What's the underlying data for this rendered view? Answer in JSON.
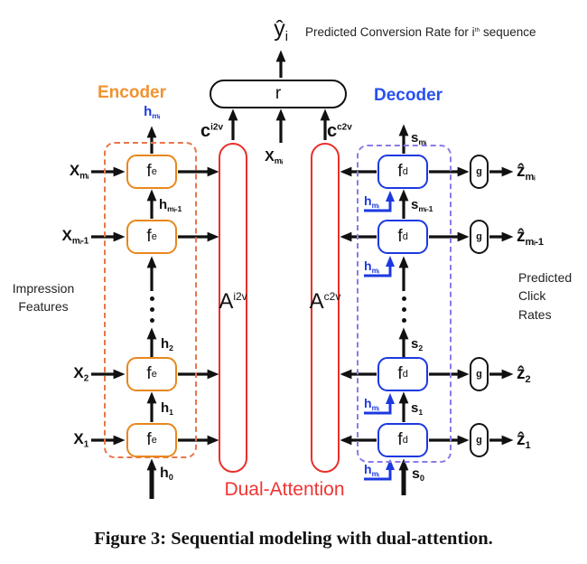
{
  "header": {
    "y_hat_base": "ŷ",
    "y_hat_sub": "i",
    "desc_pre": "Predicted Conversion Rate for i",
    "desc_sup": "th",
    "desc_post": " sequence"
  },
  "sections": {
    "encoder": "Encoder",
    "decoder": "Decoder",
    "dual_attention": "Dual-Attention",
    "impression_features_l1": "Impression",
    "impression_features_l2": "Features",
    "click_l1": "Predicted",
    "click_l2": "Click",
    "click_l3": "Rates"
  },
  "readout": {
    "label": "r"
  },
  "attention": {
    "left_base": "A",
    "left_sup": "i2v",
    "right_base": "A",
    "right_sup": "c2v"
  },
  "context": {
    "left_base": "c",
    "left_sup": "i2v",
    "right_base": "c",
    "right_sup": "c2v"
  },
  "mid_input": {
    "base": "X",
    "sub": "mᵢ"
  },
  "encoder": {
    "rows": [
      {
        "input_base": "X",
        "input_sub": "mᵢ",
        "unit_base": "f",
        "unit_sub": "e"
      },
      {
        "input_base": "X",
        "input_sub": "mᵢ-1",
        "unit_base": "f",
        "unit_sub": "e"
      },
      {
        "input_base": "X",
        "input_sub": "2",
        "unit_base": "f",
        "unit_sub": "e"
      },
      {
        "input_base": "X",
        "input_sub": "1",
        "unit_base": "f",
        "unit_sub": "e"
      }
    ],
    "h_top_base": "h",
    "h_top_sub": "mᵢ",
    "h_links": [
      {
        "base": "h",
        "sub": "mᵢ-1"
      },
      {
        "base": "h",
        "sub": "2"
      },
      {
        "base": "h",
        "sub": "1"
      }
    ],
    "h0_base": "h",
    "h0_sub": "0"
  },
  "decoder": {
    "rows": [
      {
        "s_base": "s",
        "s_sub": "mᵢ",
        "unit_base": "f",
        "unit_sub": "d",
        "g": "g",
        "z_base": "ẑ",
        "z_sub": "mᵢ",
        "h_base": "h",
        "h_sub": "mᵢ"
      },
      {
        "s_base": "s",
        "s_sub": "mᵢ-1",
        "unit_base": "f",
        "unit_sub": "d",
        "g": "g",
        "z_base": "ẑ",
        "z_sub": "mᵢ-1",
        "h_base": "h",
        "h_sub": "mᵢ"
      },
      {
        "s_base": "s",
        "s_sub": "2",
        "unit_base": "f",
        "unit_sub": "d",
        "g": "g",
        "z_base": "ẑ",
        "z_sub": "2",
        "h_base": "h",
        "h_sub": "mᵢ"
      },
      {
        "s_base": "s",
        "s_sub": "1",
        "unit_base": "f",
        "unit_sub": "d",
        "g": "g",
        "z_base": "ẑ",
        "z_sub": "1",
        "h_base": "h",
        "h_sub": "mᵢ"
      }
    ],
    "s0_base": "s",
    "s0_sub": "0"
  },
  "caption": "Figure 3: Sequential modeling with dual-attention.",
  "colors": {
    "encoder_orange": "#E8871E",
    "encoder_dash": "#E8764A",
    "decoder_blue": "#1C39E0",
    "decoder_dash": "#8B7BE8",
    "attention_red": "#E8302C",
    "dual_attention_text": "#F03434",
    "encoder_label_text": "#F09330",
    "decoder_label_text": "#2850F0"
  }
}
